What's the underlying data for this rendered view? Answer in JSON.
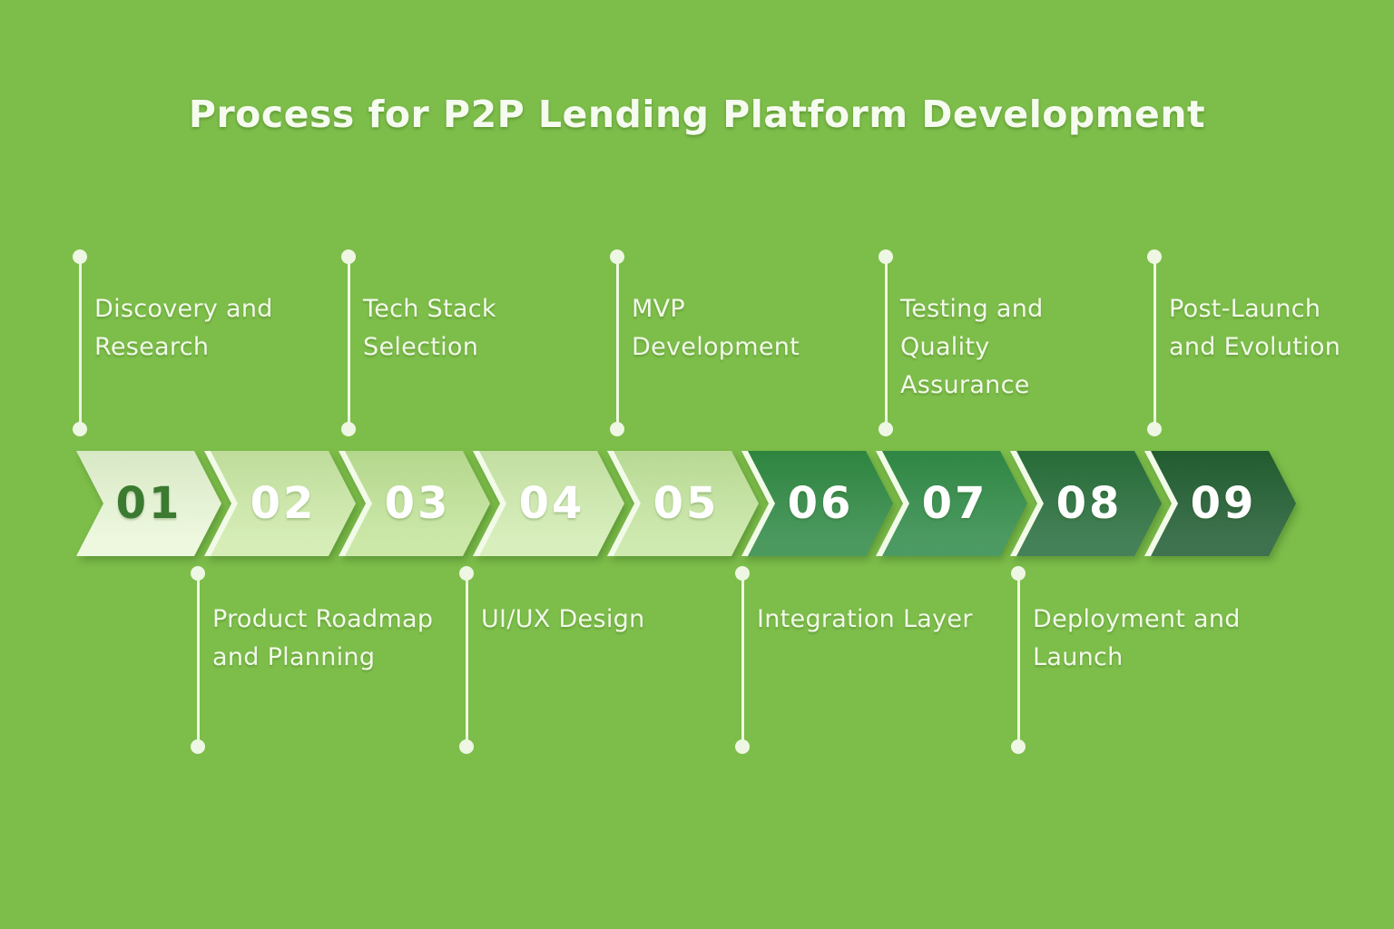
{
  "title": "Process for P2P Lending Platform Development",
  "colors": {
    "background": "#7dbd4a",
    "label_text": "#f2f9ea",
    "connector": "#eef7e3",
    "chevron_edge_highlight": "#f2fae8"
  },
  "steps": [
    {
      "number": "01",
      "label": "Discovery and Research",
      "label_lines": [
        "Discovery and",
        "Research"
      ],
      "label_position": "top",
      "fill": "#ebf7da",
      "number_color": "#3b7a30"
    },
    {
      "number": "02",
      "label": "Product Roadmap and Planning",
      "label_lines": [
        "Product Roadmap",
        "and Planning"
      ],
      "label_position": "bottom",
      "fill": "#cfeaab",
      "number_color": "#ffffff"
    },
    {
      "number": "03",
      "label": "Tech Stack Selection",
      "label_lines": [
        "Tech Stack",
        "Selection"
      ],
      "label_position": "top",
      "fill": "#c3e49b",
      "number_color": "#ffffff"
    },
    {
      "number": "04",
      "label": "UI/UX Design",
      "label_lines": [
        "UI/UX Design"
      ],
      "label_position": "bottom",
      "fill": "#d2ecb2",
      "number_color": "#ffffff"
    },
    {
      "number": "05",
      "label": "MVP Development",
      "label_lines": [
        "MVP",
        "Development"
      ],
      "label_position": "top",
      "fill": "#c7e6a3",
      "number_color": "#ffffff"
    },
    {
      "number": "06",
      "label": "Integration Layer",
      "label_lines": [
        "Integration Layer"
      ],
      "label_position": "bottom",
      "fill": "#2e8845",
      "number_color": "#ffffff"
    },
    {
      "number": "07",
      "label": "Testing and Quality Assurance",
      "label_lines": [
        "Testing and",
        "Quality",
        "Assurance"
      ],
      "label_position": "top",
      "fill": "#2f8a49",
      "number_color": "#ffffff"
    },
    {
      "number": "08",
      "label": "Deployment and Launch",
      "label_lines": [
        "Deployment and",
        "Launch"
      ],
      "label_position": "bottom",
      "fill": "#266c3c",
      "number_color": "#ffffff"
    },
    {
      "number": "09",
      "label": "Post-Launch and Evolution",
      "label_lines": [
        "Post-Launch",
        "and Evolution"
      ],
      "label_position": "top",
      "fill": "#1f5b32",
      "number_color": "#ffffff"
    }
  ]
}
